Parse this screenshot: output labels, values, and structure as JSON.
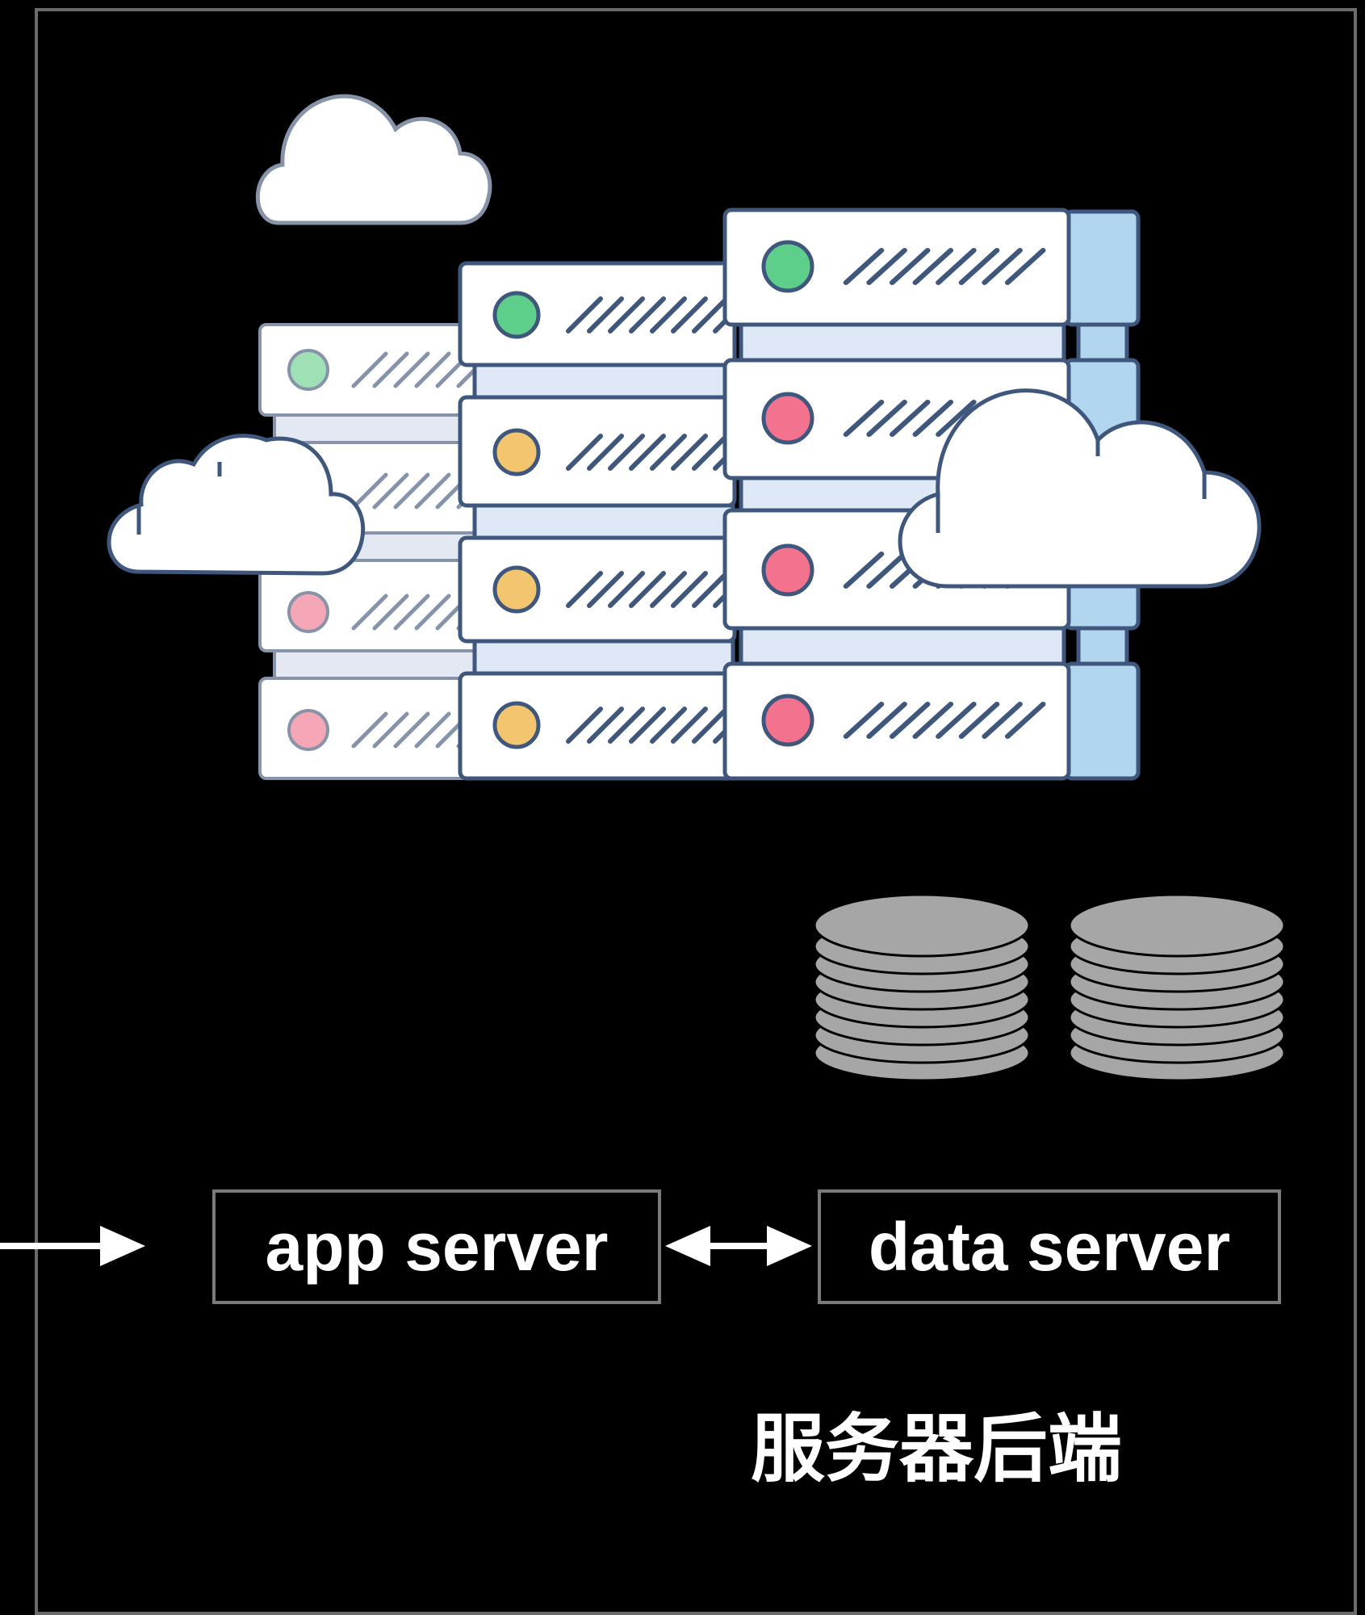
{
  "diagram": {
    "app_server_label": "app server",
    "data_server_label": "data server",
    "caption": "服务器后端"
  },
  "colors": {
    "background": "#000000",
    "frame_border": "#6b6b6b",
    "box_border": "#7a7a7a",
    "text": "#ffffff",
    "arrow": "#ffffff",
    "server_face": "#ffffff",
    "server_outline": "#3f577d",
    "server_side": "#b3d6f0",
    "server_slot": "#dfe8f7",
    "led_green": "#5ecf8a",
    "led_yellow": "#f4c56f",
    "led_red": "#f3728e",
    "led_pink_faded": "#f5a7b8",
    "led_green_faded": "#9fe0b5",
    "cloud_fill": "#ffffff",
    "cloud_outline": "#3f577d",
    "database_fill": "#a6a6a6",
    "database_outline": "#000000"
  },
  "icons": [
    "cloud-icon",
    "server-rack-icon",
    "database-icon",
    "right-arrow-icon",
    "bidirectional-arrow-icon"
  ]
}
